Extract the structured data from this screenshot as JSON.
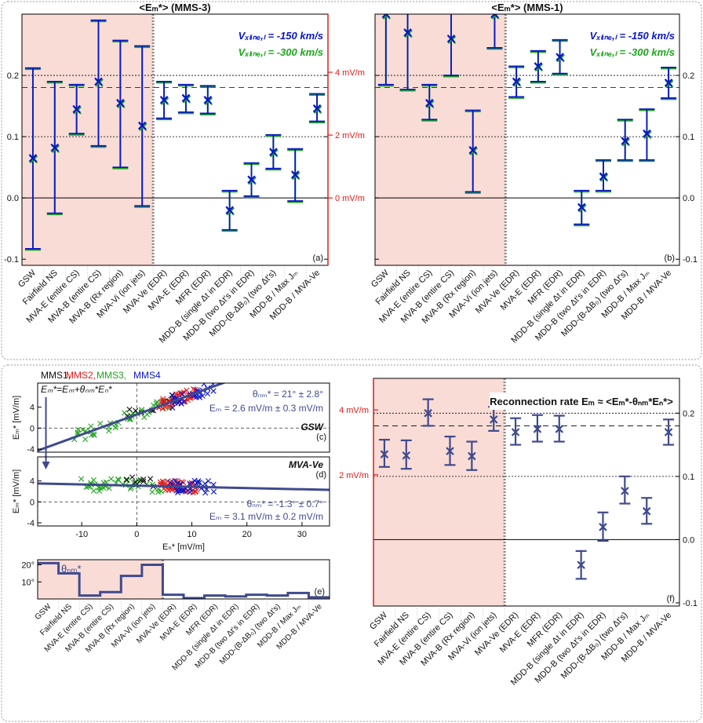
{
  "colors": {
    "shade": "#f9dcd6",
    "blue": "#0b16c8",
    "green": "#1ea51e",
    "red": "#e21b1b",
    "navy": "#3f4a8e",
    "black": "#111111",
    "grayDots": "#8c8c8c"
  },
  "categories": [
    "GSW",
    "Fairfield NS",
    "MVA-E (entire CS)",
    "MVA-B (entire CS)",
    "MVA-B (Rx region)",
    "MVA-Vi (ion jets)",
    "MVA-Ve (EDR)",
    "MVA-E (EDR)",
    "MFR (EDR)",
    "MDD-B (single Δt in EDR)",
    "MDD-B (two Δt's in EDR)",
    "MDD-(B-ΔB₀) (two Δt's)",
    "MDD-B / Max Jₘ",
    "MDD-B / MVA-Ve"
  ],
  "chart_data": [
    {
      "id": "a",
      "type": "scatter",
      "title": "<Eₘ*> (MMS-3)",
      "panel_label": "(a)",
      "legend": [
        "Vₓₗᵢₙₑ,ₗ = -150 km/s",
        "Vₓₗᵢₙₑ,ₗ = -300 km/s"
      ],
      "legend_colors": [
        "blue",
        "green"
      ],
      "ylim": [
        -0.11,
        0.3
      ],
      "yticks": [
        "-0.1",
        "0.0",
        "0.1",
        "0.2"
      ],
      "right_ticks": [
        "0 mV/m",
        "2 mV/m",
        "4 mV/m"
      ],
      "right_values": [
        0,
        2,
        4
      ],
      "mv_per_unit": 19.5,
      "ref_lines": [
        0.2,
        0.18,
        0.1
      ],
      "values": [
        0.065,
        0.082,
        0.145,
        0.19,
        0.155,
        0.118,
        0.16,
        0.163,
        0.16,
        -0.02,
        0.03,
        0.075,
        0.038,
        0.146
      ],
      "err_lo": [
        -0.083,
        -0.025,
        0.105,
        0.085,
        0.05,
        -0.013,
        0.13,
        0.14,
        0.138,
        -0.052,
        0.003,
        0.048,
        -0.005,
        0.125
      ],
      "err_hi": [
        0.212,
        0.19,
        0.185,
        0.29,
        0.257,
        0.248,
        0.19,
        0.185,
        0.183,
        0.012,
        0.057,
        0.103,
        0.08,
        0.17
      ]
    },
    {
      "id": "b",
      "type": "scatter",
      "title": "<Eₘ*> (MMS-1)",
      "panel_label": "(b)",
      "legend": [
        "Vₓₗᵢₙₑ,ₗ = -150 km/s",
        "Vₓₗᵢₙₑ,ₗ = -300 km/s"
      ],
      "legend_colors": [
        "blue",
        "green"
      ],
      "ylim": [
        -0.11,
        0.3
      ],
      "yticks": [
        "-0.1",
        "0.0",
        "0.1",
        "0.2"
      ],
      "ref_lines": [
        0.2,
        0.18,
        0.1
      ],
      "values": [
        0.3,
        0.27,
        0.155,
        0.26,
        0.078,
        0.3,
        0.19,
        0.215,
        0.23,
        -0.015,
        0.035,
        0.093,
        0.105,
        0.188
      ],
      "err_lo": [
        0.185,
        0.177,
        0.128,
        0.2,
        0.01,
        0.245,
        0.165,
        0.19,
        0.203,
        -0.043,
        0.012,
        0.062,
        0.062,
        0.163
      ],
      "err_hi": [
        0.35,
        0.35,
        0.185,
        0.35,
        0.143,
        0.35,
        0.215,
        0.24,
        0.258,
        0.012,
        0.062,
        0.128,
        0.145,
        0.213
      ]
    },
    {
      "id": "c",
      "type": "scatter",
      "panel_label": "(c)",
      "subtitle": "GSW",
      "ylabel": "Eₘ* [mV/m]",
      "xlim": [
        -18,
        35
      ],
      "ylim": [
        -4.6,
        8.6
      ],
      "yticks": [
        -4,
        0,
        4
      ],
      "ytick_labels": [
        "-4",
        "0",
        "4"
      ],
      "series_legend": [
        "MMS1,",
        "MMS2,",
        "MMS3,",
        "MMS4"
      ],
      "formula": "Eₘ*=Eₘ+θₙₘ*Eₙ*",
      "fit_text_1": "θₙₘ* = 21° ± 2.8°",
      "fit_text_2": "Eₘ = 2.6 mV/m ± 0.3 mV/m",
      "fit_slope": 0.384,
      "fit_intercept": 2.6
    },
    {
      "id": "d",
      "type": "scatter",
      "panel_label": "(d)",
      "subtitle": "MVA-Ve",
      "ylabel": "Eₘ* [mV/m]",
      "xlabel": "Eₙ* [mV/m]",
      "xlim": [
        -18,
        35
      ],
      "ylim": [
        -4.6,
        8.6
      ],
      "yticks": [
        -4,
        0,
        4
      ],
      "ytick_labels": [
        "-4",
        "0",
        "4"
      ],
      "xticks": [
        -10,
        0,
        10,
        20,
        30
      ],
      "xtick_labels": [
        "-10",
        "0",
        "10",
        "20",
        "30"
      ],
      "fit_text_1": "θₙₘ* = -1.3° ± 0.7°",
      "fit_text_2": "Eₘ = 3.1 mV/m ± 0.2 mV/m",
      "fit_slope": -0.023,
      "fit_intercept": 3.1
    },
    {
      "id": "e",
      "type": "bar",
      "panel_label": "(e)",
      "label": "θₙₘ*",
      "ylim": [
        0,
        23
      ],
      "yticks": [
        10,
        20
      ],
      "ytick_labels": [
        "10°",
        "20°"
      ],
      "values": [
        21,
        15,
        2,
        4,
        13.5,
        20,
        2.5,
        0.5,
        2,
        1.5,
        2.5,
        2,
        3.5,
        1
      ]
    },
    {
      "id": "f",
      "type": "scatter",
      "title": "Reconnection rate Eₘ ≈ <Eₘ*-θₙₘ*Eₙ*>",
      "panel_label": "(f)",
      "ylim": [
        -0.105,
        0.255
      ],
      "yticks": [
        "-0.1",
        "0.0",
        "0.1",
        "0.2"
      ],
      "left_ticks": [
        "2 mV/m",
        "4 mV/m"
      ],
      "left_values": [
        2,
        4
      ],
      "mv_per_unit": 19.5,
      "ref_lines": [
        0.2,
        0.18,
        0.1
      ],
      "values": [
        0.135,
        0.133,
        0.2,
        0.14,
        0.132,
        0.19,
        0.17,
        0.175,
        0.175,
        -0.04,
        0.02,
        0.077,
        0.045,
        0.17
      ],
      "err_lo": [
        0.115,
        0.112,
        0.18,
        0.118,
        0.11,
        0.172,
        0.15,
        0.155,
        0.155,
        -0.062,
        -0.002,
        0.057,
        0.025,
        0.15
      ],
      "err_hi": [
        0.158,
        0.157,
        0.222,
        0.163,
        0.155,
        0.21,
        0.192,
        0.197,
        0.196,
        -0.018,
        0.043,
        0.1,
        0.066,
        0.19
      ]
    }
  ]
}
